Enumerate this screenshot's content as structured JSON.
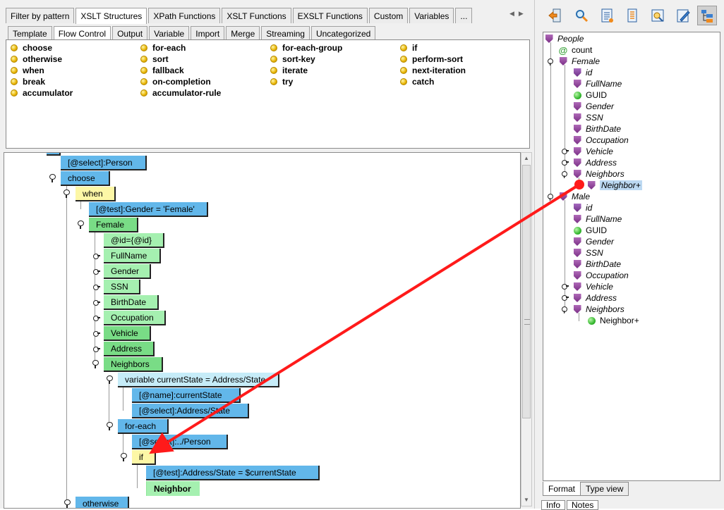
{
  "top_tabs": [
    "Filter by pattern",
    "XSLT Structures",
    "XPath Functions",
    "XSLT Functions",
    "EXSLT Functions",
    "Custom",
    "Variables",
    "..."
  ],
  "top_tab_selected": 1,
  "sub_tabs": [
    "Template",
    "Flow Control",
    "Output",
    "Variable",
    "Import",
    "Merge",
    "Streaming",
    "Uncategorized"
  ],
  "sub_tab_selected": 1,
  "palette_columns": [
    [
      "choose",
      "otherwise",
      "when",
      "break",
      "accumulator"
    ],
    [
      "for-each",
      "sort",
      "fallback",
      "on-completion",
      "accumulator-rule"
    ],
    [
      "for-each-group",
      "sort-key",
      "iterate",
      "try"
    ],
    [
      "if",
      "perform-sort",
      "next-iteration",
      "catch"
    ]
  ],
  "canvas_nodes": {
    "select_person": "[@select]:Person",
    "choose": "choose",
    "when": "when",
    "test_gender": "[@test]:Gender = 'Female'",
    "female": "Female",
    "id": "@id={@id}",
    "fullname": "FullName",
    "gender": "Gender",
    "ssn": "SSN",
    "birthdate": "BirthDate",
    "occupation": "Occupation",
    "vehicle": "Vehicle",
    "address": "Address",
    "neighbors": "Neighbors",
    "variable": "variable currentState = Address/State",
    "var_name": "[@name]:currentState",
    "var_select": "[@select]:Address/State",
    "foreach": "for-each",
    "foreach_select": "[@select]:../Person",
    "if": "if",
    "if_test": "[@test]:Address/State = $currentState",
    "neighbor": "Neighbor",
    "otherwise": "otherwise"
  },
  "toolbar_icons": [
    "back-arrow-icon",
    "search-icon",
    "document-icon",
    "list-icon",
    "preview-icon",
    "edit-icon",
    "tree-view-icon"
  ],
  "schema": {
    "root": "People",
    "count": "count",
    "female": "Female",
    "male": "Male",
    "fields": [
      "id",
      "FullName",
      "GUID",
      "Gender",
      "SSN",
      "BirthDate",
      "Occupation",
      "Vehicle",
      "Address",
      "Neighbors"
    ],
    "neighbor_female": "Neighbor+",
    "neighbor_male": "Neighbor+"
  },
  "bottom_tabs": [
    "Format",
    "Type view"
  ],
  "bottom_tab_selected": 0,
  "bottom_tabs2": [
    "Info",
    "Notes"
  ],
  "colors": {
    "blue_node": "#62b7ea",
    "green_node": "#79dc86",
    "yellow_node": "#fdf7a6",
    "arrow": "#ff1a1a"
  }
}
